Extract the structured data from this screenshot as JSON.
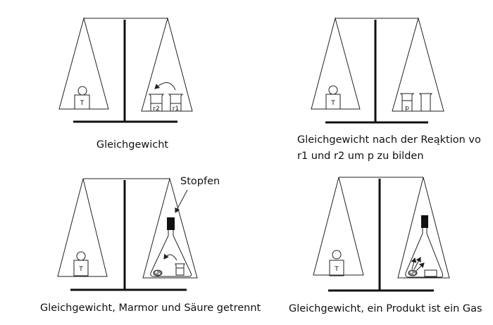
{
  "panels": [
    {
      "caption": "Gleichgewicht",
      "weight_label": "T",
      "beaker_labels": [
        "r2",
        "r1"
      ]
    },
    {
      "caption_line1": "Gleichgewicht nach der Reąktion vo",
      "caption_line2": "r1 und r2 um p zu bilden",
      "weight_label": "T",
      "beaker_labels": [
        "p"
      ]
    },
    {
      "caption": "Gleichgewicht, Marmor und Säure getrennt",
      "weight_label": "T",
      "callout": "Stopfen"
    },
    {
      "caption": "Gleichgewicht, ein Produkt ist ein Gas",
      "weight_label": "T"
    }
  ]
}
